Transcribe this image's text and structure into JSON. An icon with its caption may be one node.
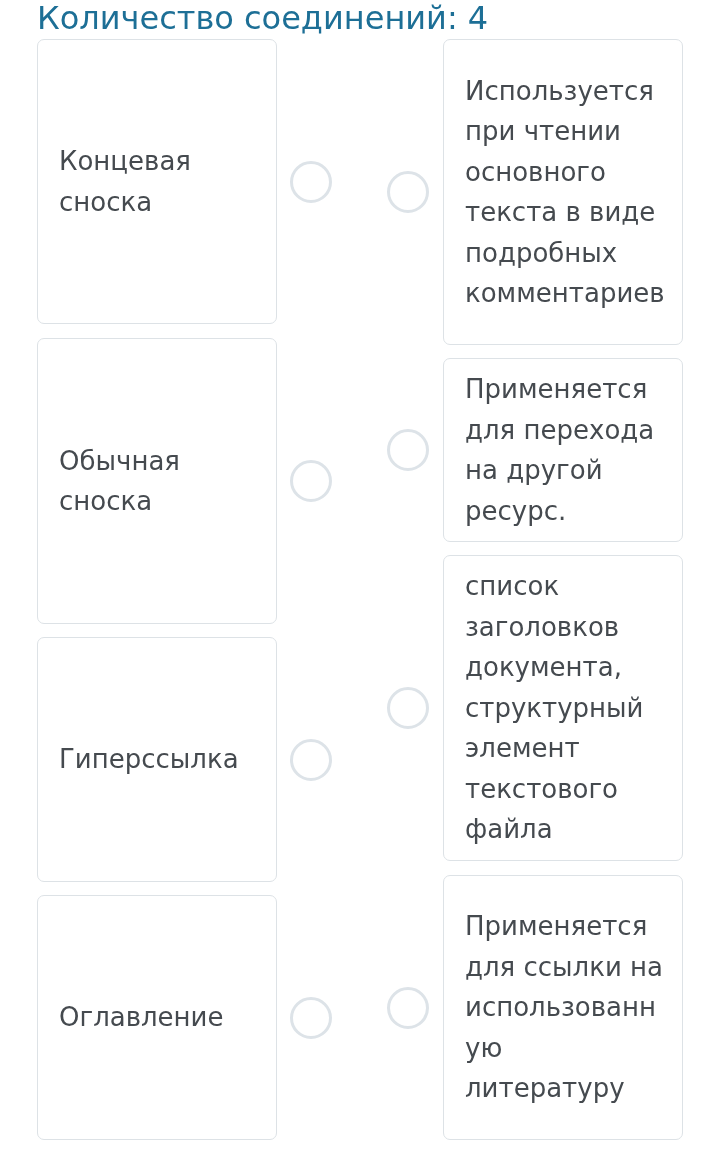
{
  "diagram": {
    "title": "Количество соединений: 4",
    "nodes": [
      {
        "text": [
          "Концевая сноска"
        ]
      },
      {
        "text": [
          "Используется при чтении основного текста в виде подробных комментариев"
        ]
      },
      {
        "text": [
          "Обычная сноска"
        ]
      },
      {
        "text": [
          "Применяется для перехода на другой ресурс."
        ]
      },
      {
        "text": [
          "Гиперссылка"
        ]
      },
      {
        "text": [
          "список заголовков документа, структурный элемент текстового файла"
        ]
      },
      {
        "text": [
          "Оглавление"
        ]
      },
      {
        "text": [
          "Применяется для ссылки на использованную литературу"
        ]
      }
    ]
  }
}
